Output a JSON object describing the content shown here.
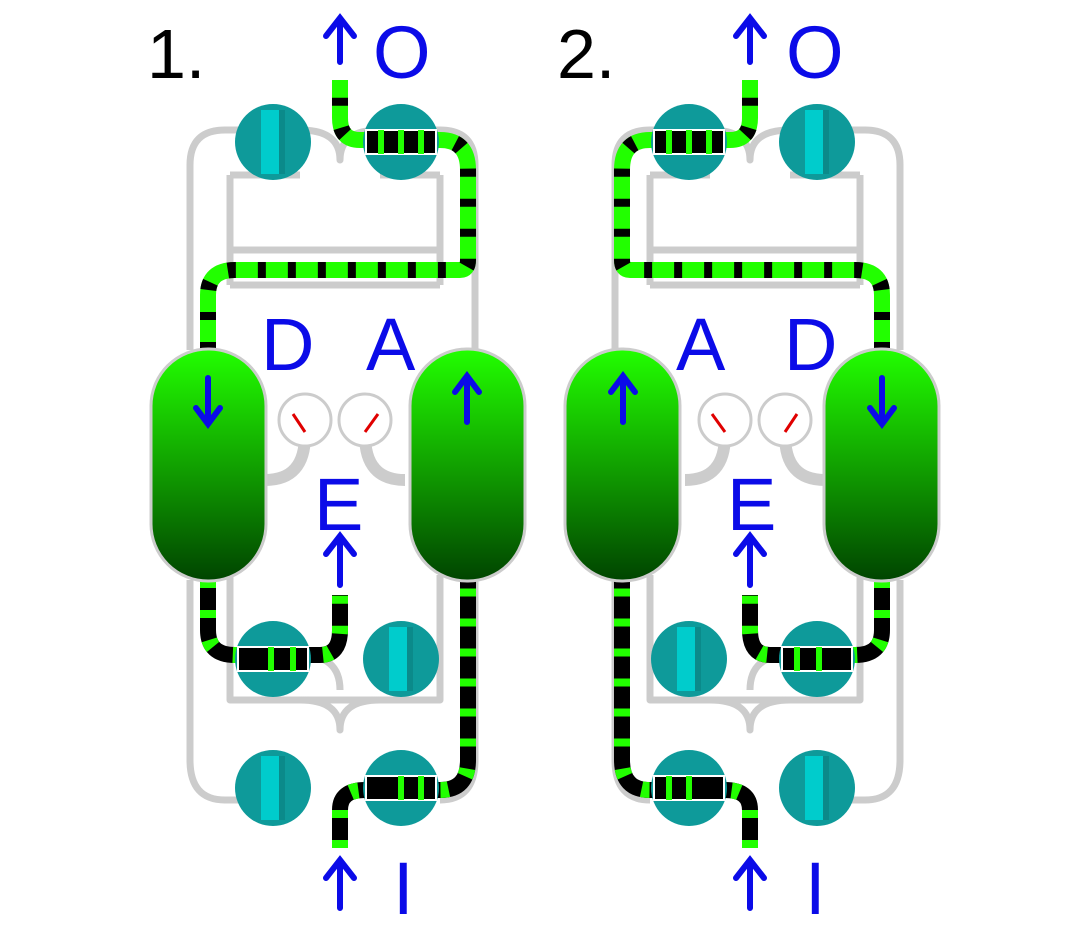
{
  "diagram": {
    "panels": [
      {
        "number": "1.",
        "outlet": "O",
        "inlet": "I",
        "exhaust": "E",
        "left_tower": "D",
        "right_tower": "A",
        "left_flow": "down",
        "right_flow": "up"
      },
      {
        "number": "2.",
        "outlet": "O",
        "inlet": "I",
        "exhaust": "E",
        "left_tower": "A",
        "right_tower": "D",
        "left_flow": "up",
        "right_flow": "down"
      }
    ],
    "colors": {
      "label": "#0b0be8",
      "number": "#000000",
      "pipe": "#cccccc",
      "flow_green": "#22ff00",
      "flow_dark": "#000000",
      "valve": "#0e9a9a",
      "valve_open_core": "#00cccc",
      "tower_top": "#22ff00",
      "tower_bottom": "#005500",
      "gauge_needle": "#e00000"
    }
  }
}
